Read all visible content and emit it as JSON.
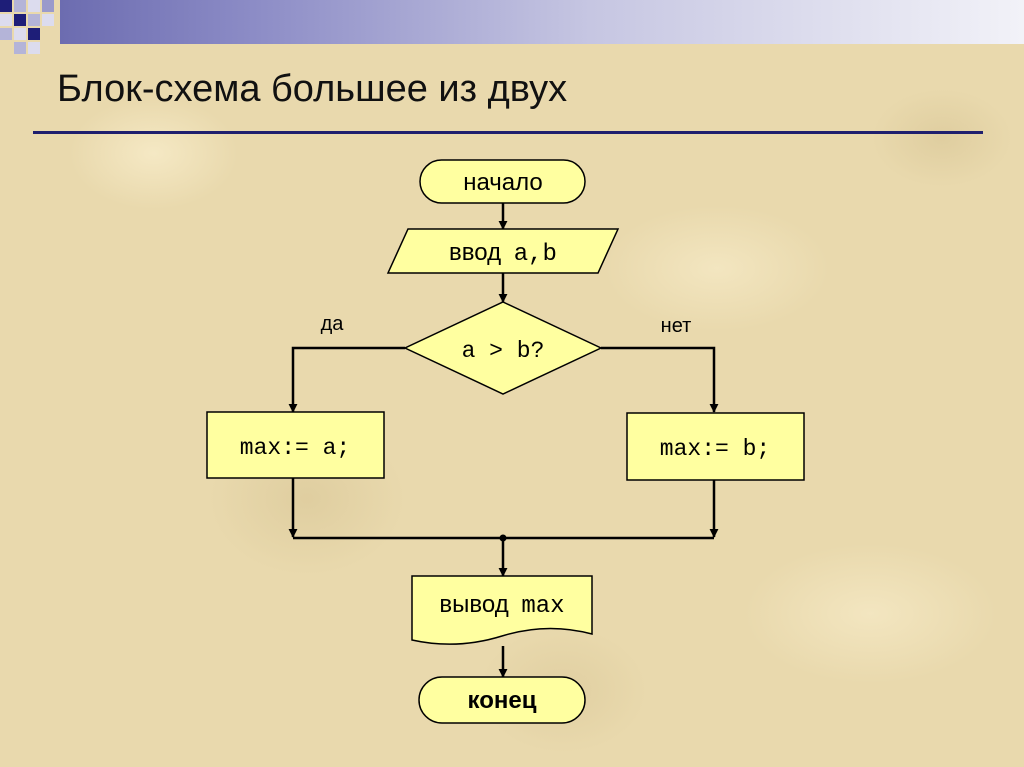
{
  "slide": {
    "title": "Блок-схема большее из двух"
  },
  "flowchart": {
    "start": "начало",
    "input_keyword": "ввод",
    "input_vars": "a,b",
    "condition": "a > b?",
    "branch_yes": "да",
    "branch_no": "нет",
    "assign_yes": "max:= a;",
    "assign_no": "max:= b;",
    "output_keyword": "вывод",
    "output_var": "max",
    "end": "конец"
  },
  "colors": {
    "block_fill": "#ffffa0",
    "rule": "#1f1f6e"
  }
}
